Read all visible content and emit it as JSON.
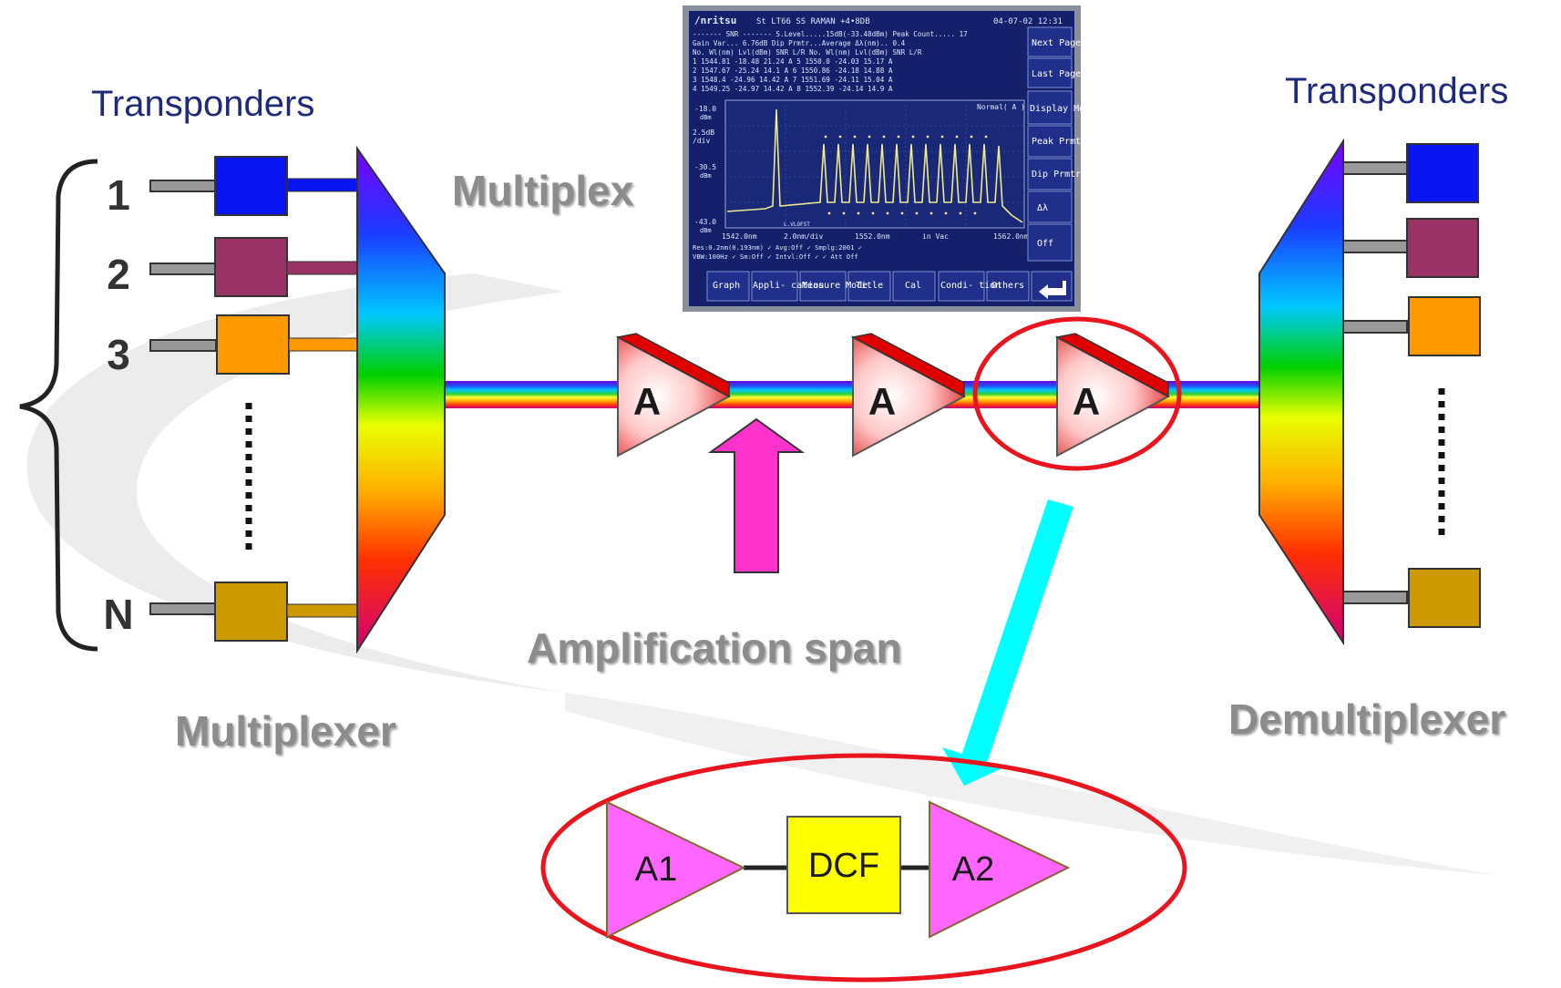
{
  "labels": {
    "transponders_left": "Transponders",
    "transponders_right": "Transponders",
    "multiplex": "Multiplex",
    "multiplexer": "Multiplexer",
    "demultiplexer": "Demultiplexer",
    "amplification_span": "Amplification span"
  },
  "channels": [
    "1",
    "2",
    "3",
    "N"
  ],
  "channel_colors": {
    "ch1": "#0a14f0",
    "ch2": "#993366",
    "ch3": "#ff9900",
    "chN": "#cc9900"
  },
  "amplifiers": [
    "A",
    "A",
    "A"
  ],
  "detail": {
    "amp1": "A1",
    "dcf": "DCF",
    "amp2": "A2"
  },
  "colors": {
    "amp_fill": "#ff66ff",
    "dcf_fill": "#ffff00",
    "highlight_ring": "#e8141e",
    "arrow_magenta": "#ff33cc",
    "arrow_cyan": "#00ffff"
  },
  "osa": {
    "brand": "/nritsu",
    "header": "St LT66 SS RAMAN +4•8DB",
    "datetime": "04-07-02 12:31",
    "row1": "------- SNR ------- S.Level.....15dB(-33.48dBm)  Peak Count..... 17",
    "row2": "Gain Var...   6.76dB Dip Prmtr...Average        Δλ(nm)..       0.4",
    "row3": "No.  Wl(nm)  Lvl(dBm)   SNR  L/R  No.  Wl(nm)  Lvl(dBm)   SNR  L/R",
    "row4": " 1 1544.81   -18.48   21.24  A     5 1550.0   -24.03   15.17  A",
    "row5": " 2 1547.67   -25.24   14.1   A     6 1550.86  -24.18   14.88  A",
    "row6": " 3 1548.4    -24.96   14.42  A     7 1551.69  -24.11   15.04  A",
    "row7": " 4 1549.25   -24.97   14.42  A     8 1552.39  -24.14   14.9   A",
    "y_top": "-18.0",
    "y_unit": "dBm",
    "y_div": "2.5dB",
    "y_div_unit": "/div",
    "y_mid": "-30.5",
    "y_mid_unit": "dBm",
    "y_bot": "-43.0",
    "y_bot_unit": "dBm",
    "mode": "Normal( A )",
    "x_start": "1542.0nm",
    "x_div": "2.0nm/div",
    "x_center": "1552.0nm",
    "in_vac": "in Vac",
    "x_end": "1562.0nm",
    "marker": "L.VLOFST",
    "status1": "Res:0.2nm(0.193nm)  ✓     Avg:Off        ✓  Smplg:2001  ✓",
    "status2": "VBW:100Hz           ✓  Sm:Off  ✓  Intvl:Off   ✓           ✓ Att Off",
    "side": [
      "Next Page",
      "Last Page",
      "Display Mode",
      "Peak Prmtr",
      "Dip Prmtr",
      "Δλ",
      "Off"
    ],
    "tabs": [
      "Graph",
      "Appli- cation",
      "Measure Mode",
      "Title",
      "Cal",
      "Condi- tion",
      "Others"
    ]
  }
}
